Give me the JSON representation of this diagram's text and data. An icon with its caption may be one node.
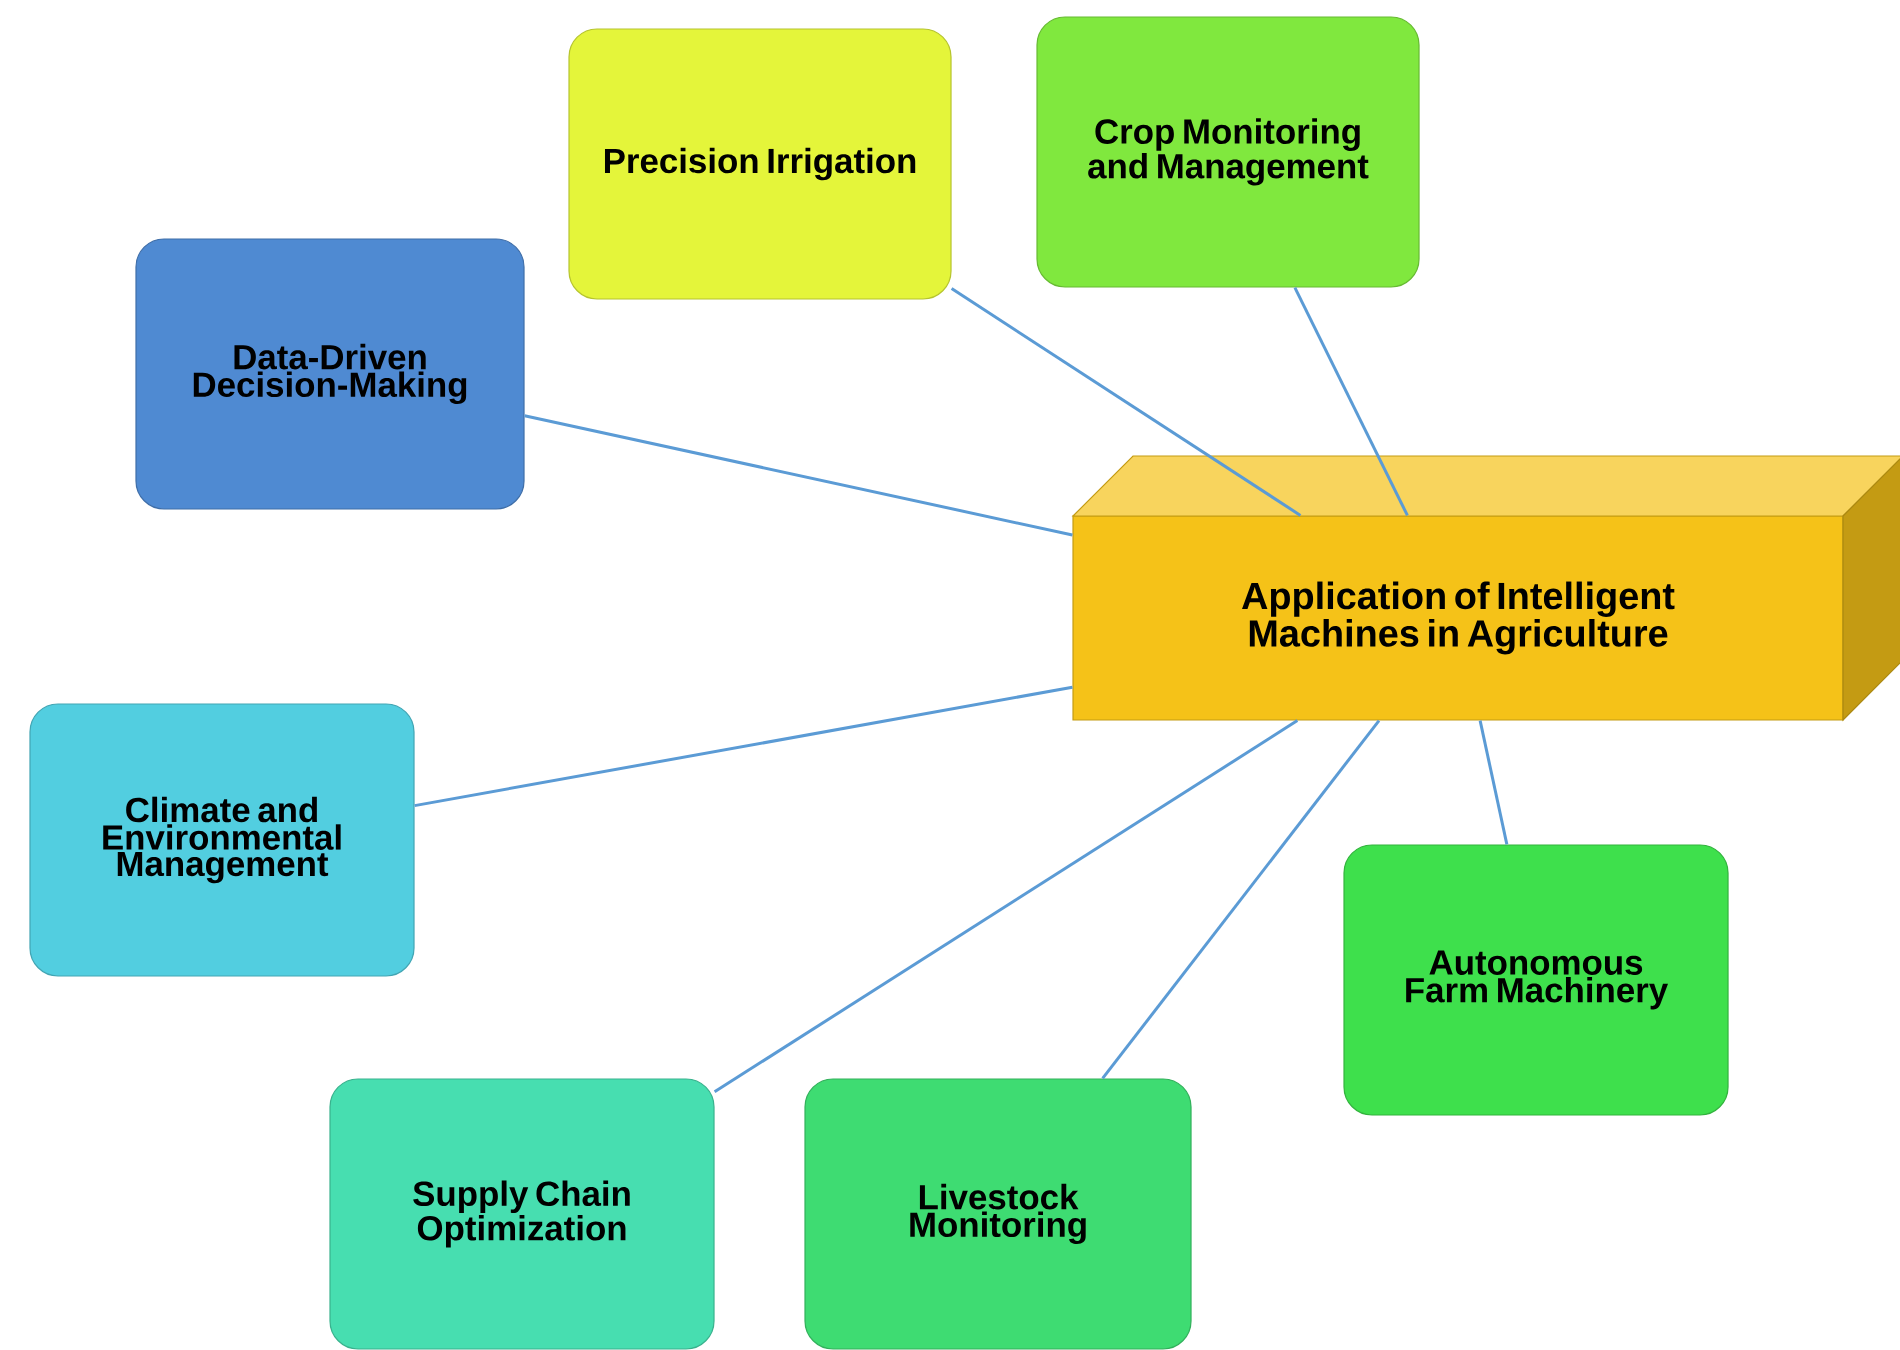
{
  "diagram": {
    "nodes": [
      {
        "text": [
          "Application of Intelligent Machines in Agriculture"
        ]
      },
      {
        "text": [
          "Precision Irrigation"
        ]
      },
      {
        "text": [
          "Crop Monitoring and Management"
        ]
      },
      {
        "text": [
          "Data-Driven Decision-Making"
        ]
      },
      {
        "text": [
          "Climate and Environmental Management"
        ]
      },
      {
        "text": [
          "Autonomous Farm Machinery"
        ]
      },
      {
        "text": [
          "Supply Chain Optimization"
        ]
      },
      {
        "text": [
          "Livestock Monitoring"
        ]
      }
    ],
    "edges": [
      {
        "from": 0,
        "to": 1,
        "arrow": "none"
      },
      {
        "from": 0,
        "to": 2,
        "arrow": "none"
      },
      {
        "from": 0,
        "to": 3,
        "arrow": "none"
      },
      {
        "from": 0,
        "to": 4,
        "arrow": "none"
      },
      {
        "from": 0,
        "to": 5,
        "arrow": "none"
      },
      {
        "from": 0,
        "to": 6,
        "arrow": "none"
      },
      {
        "from": 0,
        "to": 7,
        "arrow": "none"
      }
    ]
  }
}
